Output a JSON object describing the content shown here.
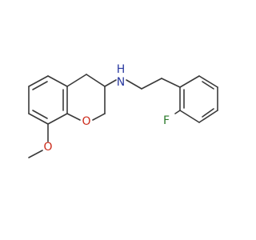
{
  "structure": {
    "atom_labels": {
      "ring_oxygen": "O",
      "amine": "N",
      "amine_hydrogen": "H",
      "methoxy_oxygen": "O",
      "fluorine": "F"
    },
    "colors": {
      "bond": "#3a3a3a",
      "oxygen": "#cc2a1a",
      "nitrogen": "#2a3aa0",
      "fluorine": "#2a7a2a",
      "background": "#ffffff"
    }
  }
}
